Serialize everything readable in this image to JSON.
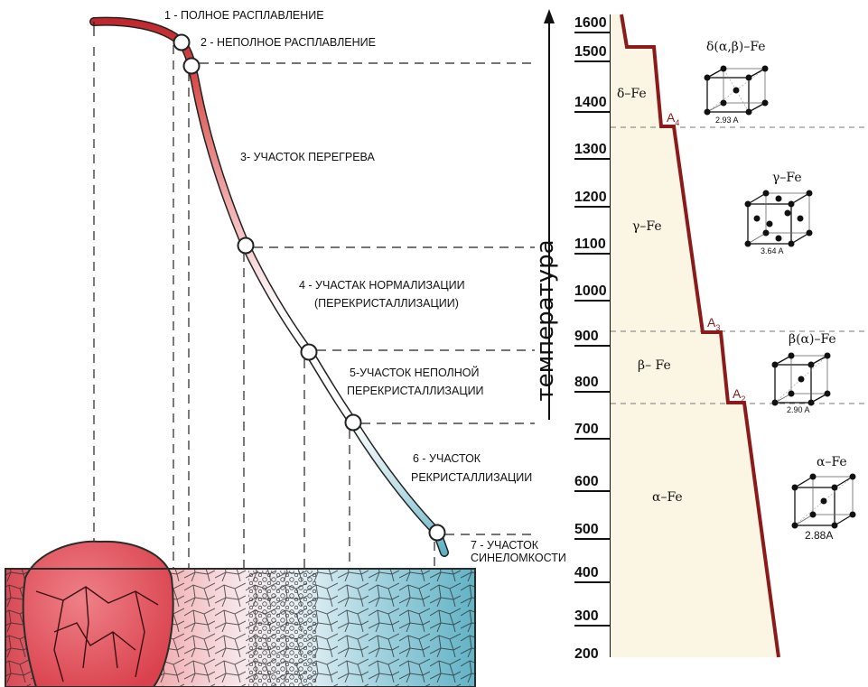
{
  "zones": [
    {
      "label": "1 - ПОЛНОЕ РАСПЛАВЛЕНИЕ"
    },
    {
      "label": "2 - НЕПОЛНОЕ РАСПЛАВЛЕНИЕ"
    },
    {
      "label": "3- УЧАСТОК ПЕРЕГРЕВА"
    },
    {
      "label": "4 - УЧАСТАК НОРМАЛИЗАЦИИ"
    },
    {
      "label": "(ПЕРЕКРИСТАЛЛИЗАЦИИ)"
    },
    {
      "label": "5-УЧАСТОК НЕПОЛНОЙ"
    },
    {
      "label": "ПЕРЕКРИСТАЛЛИЗАЦИИ"
    },
    {
      "label": "6 - УЧАСТОК"
    },
    {
      "label": "РЕКРИСТАЛЛИЗАЦИИ"
    },
    {
      "label": "7 - УЧАСТОК"
    },
    {
      "label": "СИНЕЛОМКОСТИ"
    }
  ],
  "axis": {
    "title": "температура",
    "ticks": [
      "1600",
      "1500",
      "1400",
      "1300",
      "1200",
      "1100",
      "1000",
      "900",
      "800",
      "700",
      "600",
      "500",
      "400",
      "300",
      "200"
    ]
  },
  "phases": {
    "delta": "δ–Fe",
    "gamma": "γ–Fe",
    "beta": "β– Fe",
    "alpha": "α–Fe"
  },
  "critical_points": {
    "a4": {
      "letter": "A",
      "sub": "4"
    },
    "a3": {
      "letter": "A",
      "sub": "3"
    },
    "a2": {
      "letter": "A",
      "sub": "2"
    }
  },
  "structures": {
    "delta": {
      "name": "δ(α,β)–Fe",
      "param": "2.93 A"
    },
    "gamma": {
      "name": "γ–Fe",
      "param": "3.64 A"
    },
    "beta": {
      "name": "β(α)–Fe",
      "param": "2.90 A"
    },
    "alpha": {
      "name": "α–Fe",
      "param": "2.88A"
    }
  },
  "colors": {
    "melt_red": "#c0272d",
    "cool_blue": "#5fb0c4",
    "diagram_line": "#8b1a1a",
    "diagram_fill": "#fbf6e4"
  }
}
